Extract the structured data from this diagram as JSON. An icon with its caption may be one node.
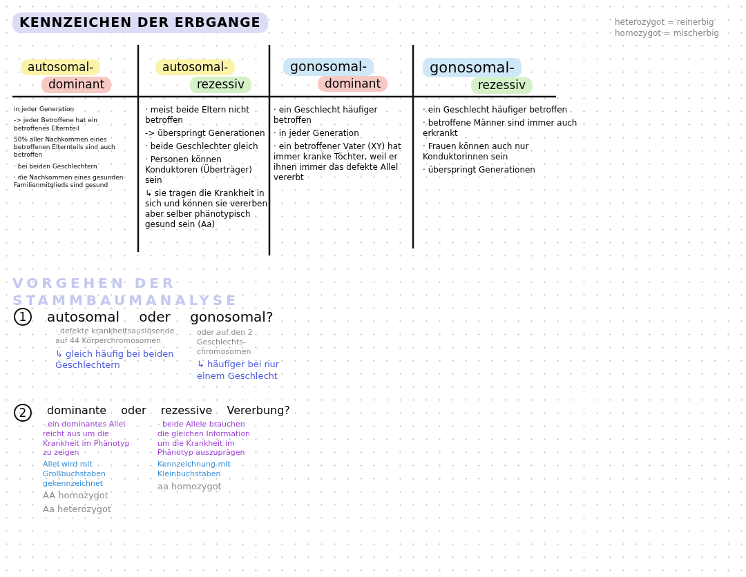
{
  "diagram": {
    "title": "KENNZEICHEN DER ERBGANGE",
    "labels": [
      "heterozygot = reinerbig",
      "homozygot = mischerbig",
      "autosomal-",
      "dominant",
      "autosomal-",
      "rezessiv",
      "gonosomal-",
      "dominant",
      "gonosomal-",
      "rezessiv",
      "in jeder Generation",
      "-> jeder Betroffene hat ein betroffenes Elternteil",
      "50% aller Nachkommen eines betroffenen Elternteils sind auch betroffen",
      "· bei beiden Geschlechtern",
      "· die Nachkommen eines gesunden Familienmitglieds sind gesund",
      "· meist beide Eltern nicht betroffen",
      "-> überspringt Generationen",
      "· beide Geschlechter gleich",
      "· Personen können Konduktoren (Überträger) sein",
      "↳ sie tragen die Krankheit in sich und können sie vererben aber selber phänotypisch gesund sein (Aa)",
      "· ein Geschlecht häufiger betroffen",
      "· in jeder Generation",
      "· ein betroffener Vater (XY) hat immer kranke Töchter, weil er ihnen immer das defekte Allel vererbt",
      "· ein Geschlecht häufiger betroffen",
      "· betroffene Männer sind immer auch erkrankt",
      "· Frauen können auch nur Konduktorinnen sein",
      "· überspringt Generationen",
      "VORGEHEN DER STAMMBAUMANALYSE",
      "1",
      "autosomal oder gonosomal?",
      "· defekte krankheitsauslösende auf 44 Körperchromosomen",
      "↳ gleich häufig bei beiden Geschlechtern",
      "oder auf den 2 Geschlechts-chromosomen",
      "↳ häufiger bei nur einem Geschlecht",
      "2",
      "dominante oder rezessive Vererbung?",
      "· ein dominantes Allel reicht aus um die Krankheit im Phänotyp zu zeigen",
      "Allel wird mit Großbuchstaben gekennzeichnet",
      "AA homozygot",
      "Aa heterozygot",
      "· beide Allele brauchen die gleichen Information um die Krankheit im Phänotyp auszuprägen",
      "Kennzeichnung mit Kleinbuchstaben",
      "aa homozygot"
    ]
  }
}
